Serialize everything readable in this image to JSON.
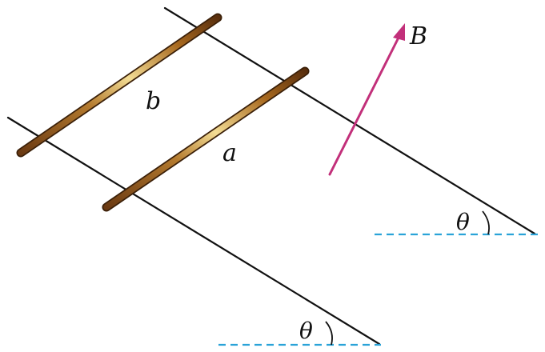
{
  "labels": {
    "rod_b": "b",
    "rod_a": "a",
    "field": "B",
    "angle_upper": "θ",
    "angle_lower": "θ"
  },
  "colors": {
    "rail": "#111111",
    "field_arrow": "#c2307a",
    "horizontal_reference": "#2aa3d8",
    "rod_dark": "#6b3a12",
    "rod_light": "#f2d78a"
  }
}
